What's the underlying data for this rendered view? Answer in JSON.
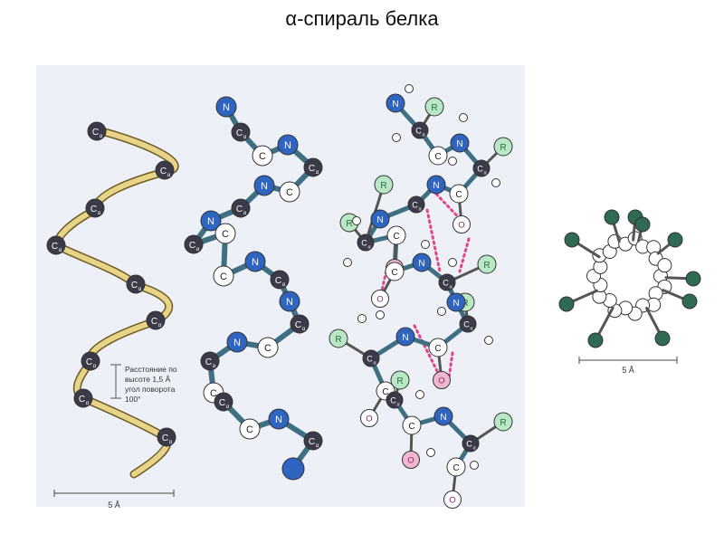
{
  "title": "α-спираль белка",
  "colors": {
    "backbone_ribbon": "#e8d489",
    "ca_atom": "#3a3a48",
    "n_atom": "#2f64c0",
    "c_atom": "#ffffff",
    "o_atom": "#f2b7d2",
    "r_group": "#b9e8c6",
    "h_atom": "#ffffff",
    "side_chain_dot": "#2e6b52",
    "hbond": "#e0458a",
    "panel_bg": "#eef0f8"
  },
  "atoms": {
    "ca": "C",
    "ca_sub": "α",
    "n": "N",
    "c": "C",
    "o": "O",
    "r": "R"
  },
  "annotation": {
    "line1": "Расстояние по",
    "line2": "высоте 1,5 Å",
    "line3": "угол поворота",
    "line4": "100°"
  },
  "scale_left": "5 Å",
  "scale_right": "5 Å"
}
